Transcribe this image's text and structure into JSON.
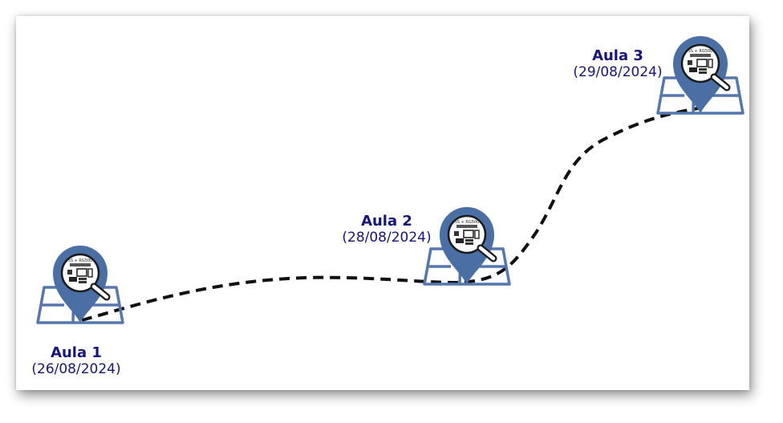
{
  "stops": [
    {
      "title": "Aula 1",
      "date": "(26/08/2024)",
      "icon": "map-pin-icon"
    },
    {
      "title": "Aula 2",
      "date": "(28/08/2024)",
      "icon": "map-pin-icon"
    },
    {
      "title": "Aula 3",
      "date": "(29/08/2024)",
      "icon": "map-pin-icon"
    }
  ],
  "pin_badge_text": "5S + RG500",
  "colors": {
    "pin": "#4a6fa5",
    "map_lines": "#5577b0",
    "label": "#15157d",
    "path": "#111111"
  }
}
